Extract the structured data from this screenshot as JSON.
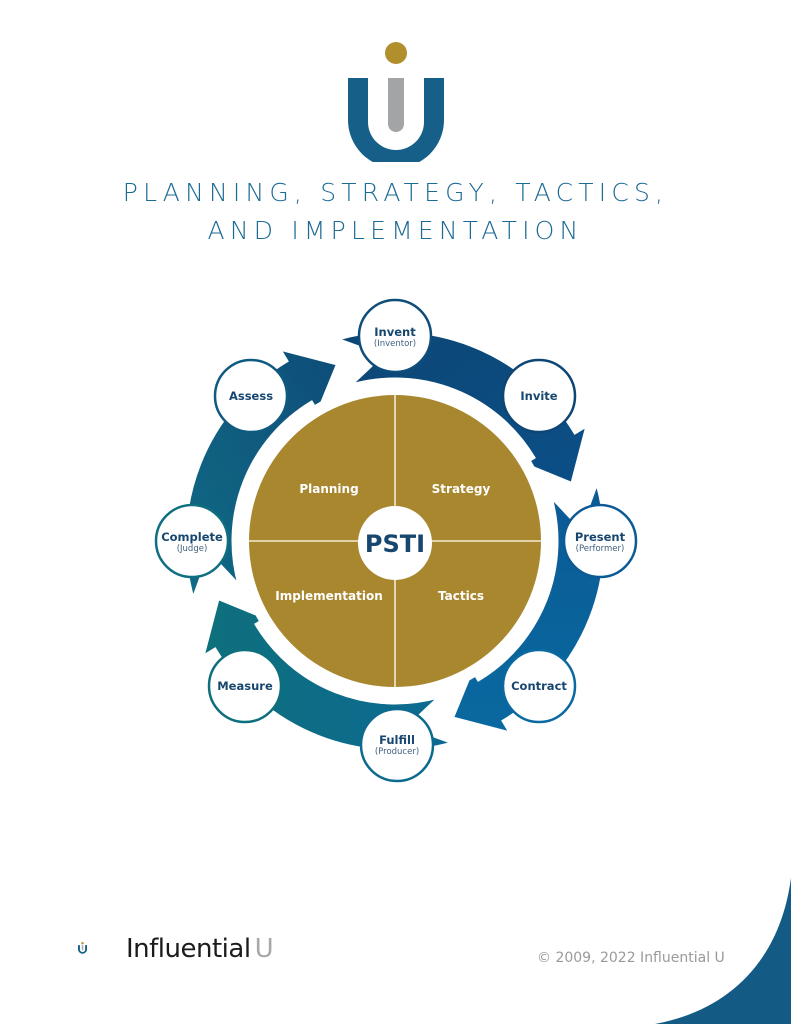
{
  "header": {
    "logo_icon": "influential-u-logo-icon",
    "title_line1": "PLANNING, STRATEGY, TACTICS,",
    "title_line2": "AND IMPLEMENTATION"
  },
  "diagram": {
    "center_label": "PSTI",
    "quadrants": {
      "top_left": "Planning",
      "top_right": "Strategy",
      "bottom_left": "Implementation",
      "bottom_right": "Tactics"
    },
    "cycle_nodes": [
      {
        "title": "Invent",
        "subtitle": "(Inventor)"
      },
      {
        "title": "Invite",
        "subtitle": ""
      },
      {
        "title": "Present",
        "subtitle": "(Performer)"
      },
      {
        "title": "Contract",
        "subtitle": ""
      },
      {
        "title": "Fulfill",
        "subtitle": "(Producer)"
      },
      {
        "title": "Measure",
        "subtitle": ""
      },
      {
        "title": "Complete",
        "subtitle": "(Judge)"
      },
      {
        "title": "Assess",
        "subtitle": ""
      }
    ],
    "colors": {
      "gold": "#a8872f",
      "navy": "#0d4676",
      "blue": "#0b5f96",
      "teal": "#0e6e7e",
      "title_blue": "#1c6b94"
    }
  },
  "footer": {
    "brand_name": "Influential",
    "brand_suffix": "U",
    "copyright": "© 2009, 2022 Influential U"
  }
}
